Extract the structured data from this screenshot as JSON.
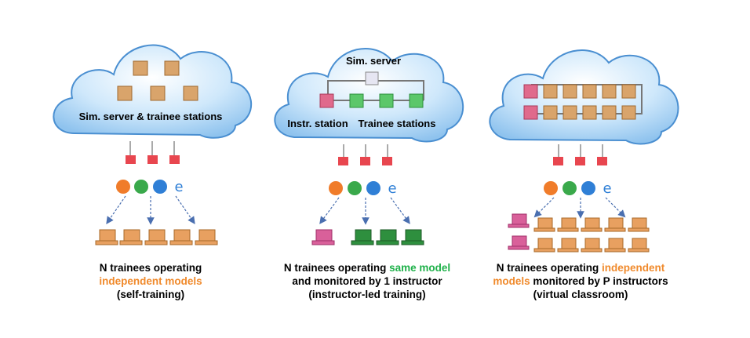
{
  "panels": [
    {
      "cloud_labels": {
        "main": "Sim. server & trainee stations"
      },
      "caption": {
        "line1": "N trainees operating",
        "line2_hl": "independent models",
        "line3": "(self-training)"
      }
    },
    {
      "cloud_labels": {
        "server": "Sim. server",
        "instructor": "Instr. station",
        "trainee": "Trainee stations"
      },
      "caption": {
        "line1_pre": "N trainees operating ",
        "line1_hl": "same model",
        "line2": "and monitored by 1 instructor",
        "line3": "(instructor-led training)"
      }
    },
    {
      "caption": {
        "line1_pre": "N trainees operating ",
        "line1_hl": "independent",
        "line2_hl": "models",
        "line2_post": " monitored by P instructors",
        "line3": "(virtual classroom)"
      }
    }
  ],
  "colors": {
    "cloud_fill": "#bfe0f7",
    "cloud_stroke": "#4a8fd1",
    "box_orange": "#d9a46b",
    "box_green": "#5cc76a",
    "box_pink": "#e06a8c",
    "lock_red": "#e8464f",
    "laptop_orange": "#e8a060",
    "laptop_green": "#2e8f3e",
    "laptop_pink": "#d9609a",
    "highlight_orange": "#f08a2c",
    "highlight_green": "#1fb14a"
  },
  "icons": [
    "cube-icon",
    "lock-icon",
    "firefox-icon",
    "chrome-icon",
    "ie-icon",
    "edge-icon",
    "laptop-icon"
  ]
}
